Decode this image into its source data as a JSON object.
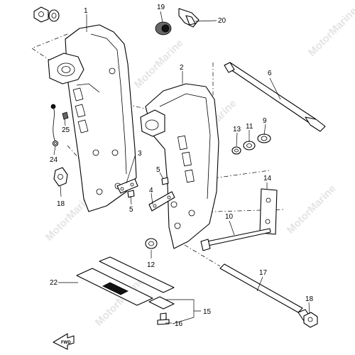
{
  "diagram": {
    "callouts": [
      "1",
      "2",
      "3",
      "4",
      "5",
      "5",
      "6",
      "9",
      "10",
      "11",
      "12",
      "13",
      "14",
      "15",
      "16",
      "17",
      "18",
      "18",
      "19",
      "20",
      "22",
      "24",
      "25"
    ],
    "watermark": "MotorMarine",
    "direction_label": "FWD"
  }
}
